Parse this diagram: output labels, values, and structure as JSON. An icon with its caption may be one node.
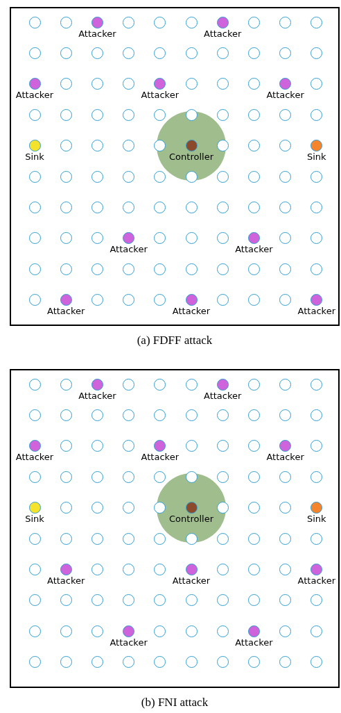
{
  "diagram": {
    "nodes": [
      {
        "text": [
          "(a) FDFF attack"
        ]
      },
      {
        "text": [],
        "shape": "circle",
        "in": 0
      },
      {
        "text": [],
        "shape": "circle",
        "in": 0
      },
      {
        "text": [
          "Attacker"
        ],
        "in": 0
      },
      {
        "text": [],
        "shape": "circle",
        "in": 0
      },
      {
        "text": [],
        "shape": "circle",
        "in": 0
      },
      {
        "text": [],
        "shape": "circle",
        "in": 0
      },
      {
        "text": [
          "Attacker"
        ],
        "in": 0
      },
      {
        "text": [],
        "shape": "circle",
        "in": 0
      },
      {
        "text": [],
        "shape": "circle",
        "in": 0
      },
      {
        "text": [],
        "shape": "circle",
        "in": 0
      },
      {
        "text": [],
        "shape": "circle",
        "in": 0
      },
      {
        "text": [],
        "shape": "circle",
        "in": 0
      },
      {
        "text": [],
        "shape": "circle",
        "in": 0
      },
      {
        "text": [],
        "shape": "circle",
        "in": 0
      },
      {
        "text": [],
        "shape": "circle",
        "in": 0
      },
      {
        "text": [],
        "shape": "circle",
        "in": 0
      },
      {
        "text": [],
        "shape": "circle",
        "in": 0
      },
      {
        "text": [],
        "shape": "circle",
        "in": 0
      },
      {
        "text": [],
        "shape": "circle",
        "in": 0
      },
      {
        "text": [],
        "shape": "circle",
        "in": 0
      },
      {
        "text": [
          "Attacker"
        ],
        "in": 0
      },
      {
        "text": [],
        "shape": "circle",
        "in": 0
      },
      {
        "text": [],
        "shape": "circle",
        "in": 0
      },
      {
        "text": [],
        "shape": "circle",
        "in": 0
      },
      {
        "text": [
          "Attacker"
        ],
        "in": 0
      },
      {
        "text": [],
        "shape": "circle",
        "in": 0
      },
      {
        "text": [],
        "shape": "circle",
        "in": 0
      },
      {
        "text": [],
        "shape": "circle",
        "in": 0
      },
      {
        "text": [
          "Attacker"
        ],
        "in": 0
      },
      {
        "text": [],
        "shape": "circle",
        "in": 0
      },
      {
        "text": [],
        "shape": "circle",
        "in": 0
      },
      {
        "text": [],
        "shape": "circle",
        "in": 0
      },
      {
        "text": [],
        "shape": "circle",
        "in": 0
      },
      {
        "text": [],
        "shape": "circle",
        "in": 0
      },
      {
        "text": [],
        "shape": "circle",
        "in": 0
      },
      {
        "text": [],
        "shape": "circle",
        "in": 0
      },
      {
        "text": [],
        "shape": "circle",
        "in": 0
      },
      {
        "text": [],
        "shape": "circle",
        "in": 0
      },
      {
        "text": [],
        "shape": "circle",
        "in": 0
      },
      {
        "text": [],
        "shape": "circle",
        "in": 0
      },
      {
        "text": [
          "Sink"
        ],
        "in": 0
      },
      {
        "text": [],
        "shape": "circle",
        "in": 0
      },
      {
        "text": [],
        "shape": "circle",
        "in": 0
      },
      {
        "text": [],
        "shape": "circle",
        "in": 0
      },
      {
        "text": [],
        "shape": "circle",
        "in": 0
      },
      {
        "text": [],
        "shape": "circle",
        "in": 0
      },
      {
        "text": [
          "Controller"
        ],
        "in": 46
      },
      {
        "text": [],
        "shape": "circle",
        "in": 0
      },
      {
        "text": [],
        "shape": "circle",
        "in": 0
      },
      {
        "text": [],
        "shape": "circle",
        "in": 0
      },
      {
        "text": [
          "Sink"
        ],
        "in": 0
      },
      {
        "text": [],
        "shape": "circle",
        "in": 0
      },
      {
        "text": [],
        "shape": "circle",
        "in": 0
      },
      {
        "text": [],
        "shape": "circle",
        "in": 0
      },
      {
        "text": [],
        "shape": "circle",
        "in": 0
      },
      {
        "text": [],
        "shape": "circle",
        "in": 0
      },
      {
        "text": [],
        "shape": "circle",
        "in": 0
      },
      {
        "text": [],
        "shape": "circle",
        "in": 0
      },
      {
        "text": [],
        "shape": "circle",
        "in": 0
      },
      {
        "text": [],
        "shape": "circle",
        "in": 0
      },
      {
        "text": [],
        "shape": "circle",
        "in": 0
      },
      {
        "text": [],
        "shape": "circle",
        "in": 0
      },
      {
        "text": [],
        "shape": "circle",
        "in": 0
      },
      {
        "text": [],
        "shape": "circle",
        "in": 0
      },
      {
        "text": [],
        "shape": "circle",
        "in": 0
      },
      {
        "text": [],
        "shape": "circle",
        "in": 0
      },
      {
        "text": [],
        "shape": "circle",
        "in": 0
      },
      {
        "text": [],
        "shape": "circle",
        "in": 0
      },
      {
        "text": [],
        "shape": "circle",
        "in": 0
      },
      {
        "text": [],
        "shape": "circle",
        "in": 0
      },
      {
        "text": [],
        "shape": "circle",
        "in": 0
      },
      {
        "text": [],
        "shape": "circle",
        "in": 0
      },
      {
        "text": [],
        "shape": "circle",
        "in": 0
      },
      {
        "text": [],
        "shape": "circle",
        "in": 0
      },
      {
        "text": [
          "Attacker"
        ],
        "in": 0
      },
      {
        "text": [],
        "shape": "circle",
        "in": 0
      },
      {
        "text": [],
        "shape": "circle",
        "in": 0
      },
      {
        "text": [],
        "shape": "circle",
        "in": 0
      },
      {
        "text": [
          "Attacker"
        ],
        "in": 0
      },
      {
        "text": [],
        "shape": "circle",
        "in": 0
      },
      {
        "text": [],
        "shape": "circle",
        "in": 0
      },
      {
        "text": [],
        "shape": "circle",
        "in": 0
      },
      {
        "text": [],
        "shape": "circle",
        "in": 0
      },
      {
        "text": [],
        "shape": "circle",
        "in": 0
      },
      {
        "text": [],
        "shape": "circle",
        "in": 0
      },
      {
        "text": [],
        "shape": "circle",
        "in": 0
      },
      {
        "text": [],
        "shape": "circle",
        "in": 0
      },
      {
        "text": [],
        "shape": "circle",
        "in": 0
      },
      {
        "text": [],
        "shape": "circle",
        "in": 0
      },
      {
        "text": [],
        "shape": "circle",
        "in": 0
      },
      {
        "text": [],
        "shape": "circle",
        "in": 0
      },
      {
        "text": [],
        "shape": "circle",
        "in": 0
      },
      {
        "text": [
          "Attacker"
        ],
        "in": 0
      },
      {
        "text": [],
        "shape": "circle",
        "in": 0
      },
      {
        "text": [],
        "shape": "circle",
        "in": 0
      },
      {
        "text": [],
        "shape": "circle",
        "in": 0
      },
      {
        "text": [
          "Attacker"
        ],
        "in": 0
      },
      {
        "text": [],
        "shape": "circle",
        "in": 0
      },
      {
        "text": [],
        "shape": "circle",
        "in": 0
      },
      {
        "text": [],
        "shape": "circle",
        "in": 0
      },
      {
        "text": [
          "Attacker"
        ],
        "in": 0
      },
      {
        "text": [
          "(b) FNI attack"
        ]
      },
      {
        "text": [],
        "shape": "circle",
        "in": 102
      },
      {
        "text": [],
        "shape": "circle",
        "in": 102
      },
      {
        "text": [
          "Attacker"
        ],
        "in": 102
      },
      {
        "text": [],
        "shape": "circle",
        "in": 102
      },
      {
        "text": [],
        "shape": "circle",
        "in": 102
      },
      {
        "text": [],
        "shape": "circle",
        "in": 102
      },
      {
        "text": [
          "Attacker"
        ],
        "in": 102
      },
      {
        "text": [],
        "shape": "circle",
        "in": 102
      },
      {
        "text": [],
        "shape": "circle",
        "in": 102
      },
      {
        "text": [],
        "shape": "circle",
        "in": 102
      },
      {
        "text": [],
        "shape": "circle",
        "in": 102
      },
      {
        "text": [],
        "shape": "circle",
        "in": 102
      },
      {
        "text": [],
        "shape": "circle",
        "in": 102
      },
      {
        "text": [],
        "shape": "circle",
        "in": 102
      },
      {
        "text": [],
        "shape": "circle",
        "in": 102
      },
      {
        "text": [],
        "shape": "circle",
        "in": 102
      },
      {
        "text": [],
        "shape": "circle",
        "in": 102
      },
      {
        "text": [],
        "shape": "circle",
        "in": 102
      },
      {
        "text": [],
        "shape": "circle",
        "in": 102
      },
      {
        "text": [],
        "shape": "circle",
        "in": 102
      },
      {
        "text": [
          "Attacker"
        ],
        "in": 102
      },
      {
        "text": [],
        "shape": "circle",
        "in": 102
      },
      {
        "text": [],
        "shape": "circle",
        "in": 102
      },
      {
        "text": [],
        "shape": "circle",
        "in": 102
      },
      {
        "text": [
          "Attacker"
        ],
        "in": 102
      },
      {
        "text": [],
        "shape": "circle",
        "in": 102
      },
      {
        "text": [],
        "shape": "circle",
        "in": 102
      },
      {
        "text": [],
        "shape": "circle",
        "in": 102
      },
      {
        "text": [
          "Attacker"
        ],
        "in": 102
      },
      {
        "text": [],
        "shape": "circle",
        "in": 102
      },
      {
        "text": [],
        "shape": "circle",
        "in": 102
      },
      {
        "text": [],
        "shape": "circle",
        "in": 102
      },
      {
        "text": [],
        "shape": "circle",
        "in": 102
      },
      {
        "text": [],
        "shape": "circle",
        "in": 102
      },
      {
        "text": [],
        "shape": "circle",
        "in": 102
      },
      {
        "text": [],
        "shape": "circle",
        "in": 102
      },
      {
        "text": [],
        "shape": "circle",
        "in": 102
      },
      {
        "text": [],
        "shape": "circle",
        "in": 102
      },
      {
        "text": [],
        "shape": "circle",
        "in": 102
      },
      {
        "text": [],
        "shape": "circle",
        "in": 102
      },
      {
        "text": [
          "Sink"
        ],
        "in": 102
      },
      {
        "text": [],
        "shape": "circle",
        "in": 102
      },
      {
        "text": [],
        "shape": "circle",
        "in": 102
      },
      {
        "text": [],
        "shape": "circle",
        "in": 102
      },
      {
        "text": [],
        "shape": "circle",
        "in": 102
      },
      {
        "text": [],
        "shape": "circle",
        "in": 102
      },
      {
        "text": [
          "Controller"
        ],
        "in": 148
      },
      {
        "text": [],
        "shape": "circle",
        "in": 102
      },
      {
        "text": [],
        "shape": "circle",
        "in": 102
      },
      {
        "text": [],
        "shape": "circle",
        "in": 102
      },
      {
        "text": [
          "Sink"
        ],
        "in": 102
      },
      {
        "text": [],
        "shape": "circle",
        "in": 102
      },
      {
        "text": [],
        "shape": "circle",
        "in": 102
      },
      {
        "text": [],
        "shape": "circle",
        "in": 102
      },
      {
        "text": [],
        "shape": "circle",
        "in": 102
      },
      {
        "text": [],
        "shape": "circle",
        "in": 102
      },
      {
        "text": [],
        "shape": "circle",
        "in": 102
      },
      {
        "text": [],
        "shape": "circle",
        "in": 102
      },
      {
        "text": [],
        "shape": "circle",
        "in": 102
      },
      {
        "text": [],
        "shape": "circle",
        "in": 102
      },
      {
        "text": [],
        "shape": "circle",
        "in": 102
      },
      {
        "text": [],
        "shape": "circle",
        "in": 102
      },
      {
        "text": [
          "Attacker"
        ],
        "in": 102
      },
      {
        "text": [],
        "shape": "circle",
        "in": 102
      },
      {
        "text": [],
        "shape": "circle",
        "in": 102
      },
      {
        "text": [],
        "shape": "circle",
        "in": 102
      },
      {
        "text": [
          "Attacker"
        ],
        "in": 102
      },
      {
        "text": [],
        "shape": "circle",
        "in": 102
      },
      {
        "text": [],
        "shape": "circle",
        "in": 102
      },
      {
        "text": [],
        "shape": "circle",
        "in": 102
      },
      {
        "text": [
          "Attacker"
        ],
        "in": 102
      },
      {
        "text": [],
        "shape": "circle",
        "in": 102
      },
      {
        "text": [],
        "shape": "circle",
        "in": 102
      },
      {
        "text": [],
        "shape": "circle",
        "in": 102
      },
      {
        "text": [],
        "shape": "circle",
        "in": 102
      },
      {
        "text": [],
        "shape": "circle",
        "in": 102
      },
      {
        "text": [],
        "shape": "circle",
        "in": 102
      },
      {
        "text": [],
        "shape": "circle",
        "in": 102
      },
      {
        "text": [],
        "shape": "circle",
        "in": 102
      },
      {
        "text": [],
        "shape": "circle",
        "in": 102
      },
      {
        "text": [],
        "shape": "circle",
        "in": 102
      },
      {
        "text": [],
        "shape": "circle",
        "in": 102
      },
      {
        "text": [],
        "shape": "circle",
        "in": 102
      },
      {
        "text": [],
        "shape": "circle",
        "in": 102
      },
      {
        "text": [
          "Attacker"
        ],
        "in": 102
      },
      {
        "text": [],
        "shape": "circle",
        "in": 102
      },
      {
        "text": [],
        "shape": "circle",
        "in": 102
      },
      {
        "text": [],
        "shape": "circle",
        "in": 102
      },
      {
        "text": [
          "Attacker"
        ],
        "in": 102
      },
      {
        "text": [],
        "shape": "circle",
        "in": 102
      },
      {
        "text": [],
        "shape": "circle",
        "in": 102
      },
      {
        "text": [],
        "shape": "circle",
        "in": 102
      },
      {
        "text": [],
        "shape": "circle",
        "in": 102
      },
      {
        "text": [],
        "shape": "circle",
        "in": 102
      },
      {
        "text": [],
        "shape": "circle",
        "in": 102
      },
      {
        "text": [],
        "shape": "circle",
        "in": 102
      },
      {
        "text": [],
        "shape": "circle",
        "in": 102
      },
      {
        "text": [],
        "shape": "circle",
        "in": 102
      },
      {
        "text": [],
        "shape": "circle",
        "in": 102
      },
      {
        "text": [],
        "shape": "circle",
        "in": 102
      },
      {
        "text": [],
        "shape": "circle",
        "in": 102
      }
    ]
  }
}
